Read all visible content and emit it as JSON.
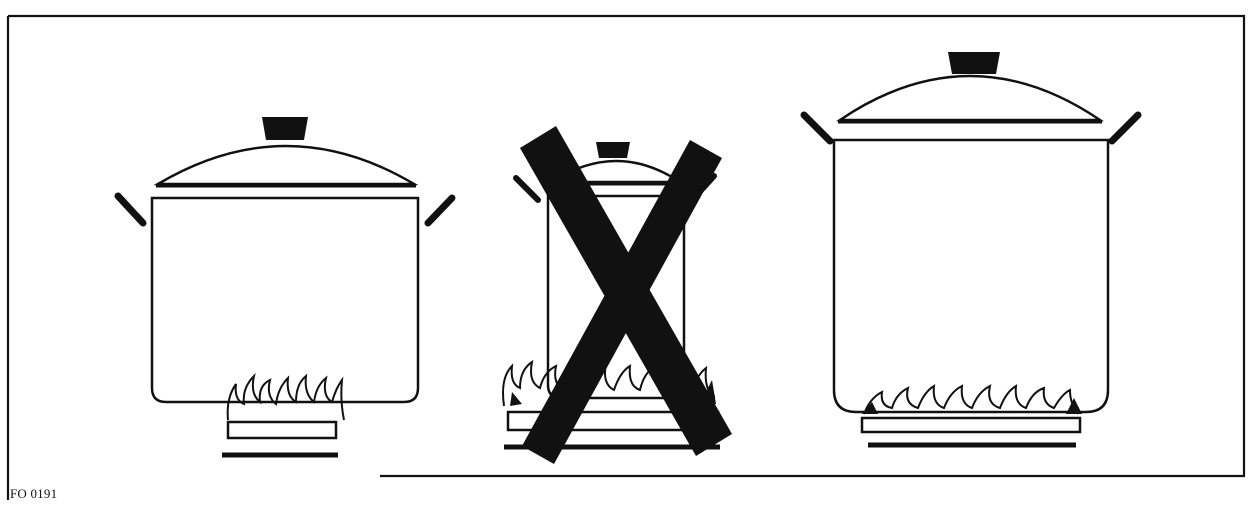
{
  "figure": {
    "code": "FO 0191",
    "ink_color": "#111111",
    "background_color": "#ffffff",
    "panels": [
      {
        "name": "pot-correct-small-burner",
        "flames_within_pot_base": true,
        "crossed_out": false
      },
      {
        "name": "pot-wrong-flames-too-large",
        "flames_within_pot_base": false,
        "crossed_out": true
      },
      {
        "name": "pot-correct-large-burner",
        "flames_within_pot_base": true,
        "crossed_out": false
      }
    ]
  }
}
